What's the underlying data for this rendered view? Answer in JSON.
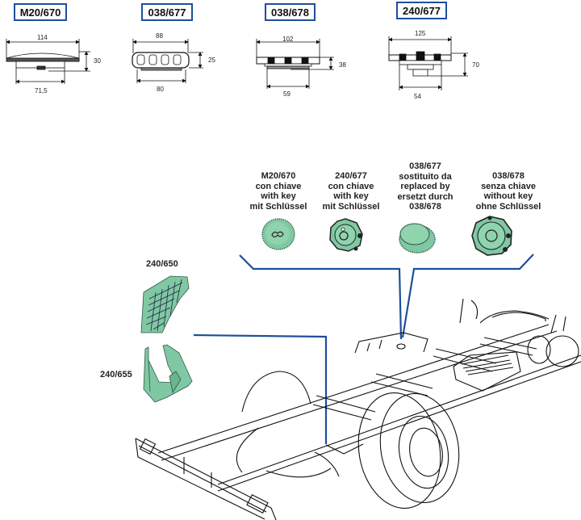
{
  "colors": {
    "frame_blue": "#1e4f9a",
    "part_green": "#7fc8a3",
    "line_black": "#111111"
  },
  "top_drawings": [
    {
      "code": "M20/670",
      "width_dim": "114",
      "height_dim": "30",
      "base_dim": "71,5"
    },
    {
      "code": "038/677",
      "width_dim": "88",
      "height_dim": "25",
      "base_dim": "80"
    },
    {
      "code": "038/678",
      "width_dim": "102",
      "height_dim": "38",
      "base_dim": "59"
    },
    {
      "code": "240/677",
      "width_dim": "125",
      "height_dim": "70",
      "base_dim": "54"
    }
  ],
  "caps": [
    {
      "lines": [
        "M20/670",
        "con chiave",
        "with key",
        "mit Schlüssel"
      ]
    },
    {
      "lines": [
        "240/677",
        "con chiave",
        "with key",
        "mit Schlüssel"
      ]
    },
    {
      "lines": [
        "038/677",
        "sostituito da",
        "replaced by",
        "ersetzt durch",
        "038/678"
      ]
    },
    {
      "lines": [
        "038/678",
        "senza chiave",
        "without key",
        "ohne Schlüssel"
      ]
    }
  ],
  "parts": [
    {
      "code": "240/650"
    },
    {
      "code": "240/655"
    }
  ]
}
